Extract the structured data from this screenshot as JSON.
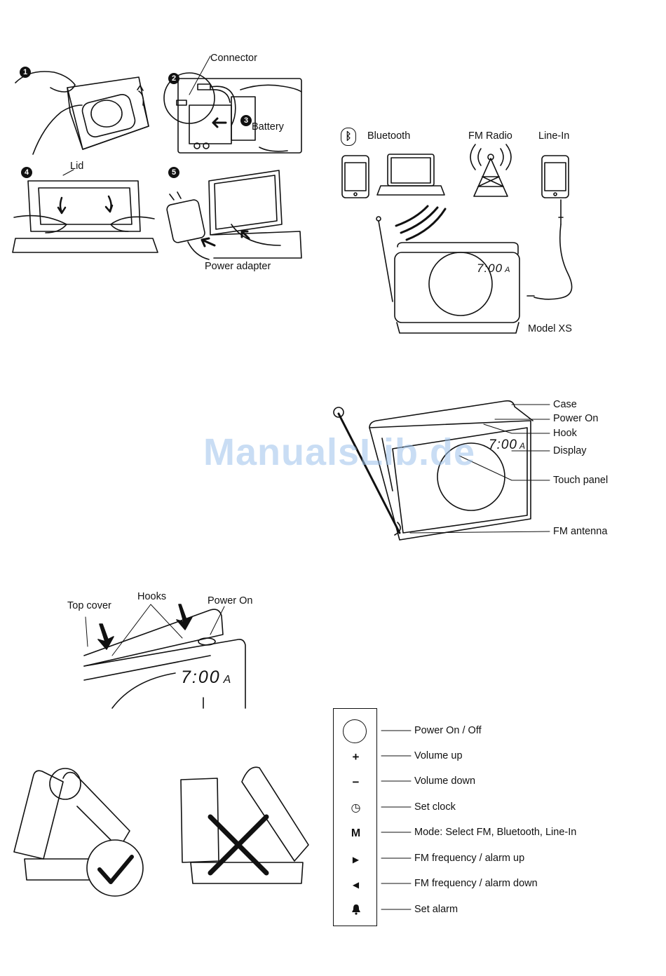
{
  "steps": {
    "s1": "1",
    "s2": "2",
    "s3": "3",
    "s4": "4",
    "s5": "5"
  },
  "install_labels": {
    "connector": "Connector",
    "battery": "Battery",
    "lid": "Lid",
    "power_adapter": "Power adapter"
  },
  "sources": {
    "bluetooth": "Bluetooth",
    "fm_radio": "FM Radio",
    "line_in": "Line-In",
    "model": "Model XS"
  },
  "device_labels": {
    "case": "Case",
    "power_on": "Power On",
    "hook": "Hook",
    "display": "Display",
    "touch_panel": "Touch panel",
    "fm_antenna": "FM antenna"
  },
  "cover_labels": {
    "top_cover": "Top cover",
    "hooks": "Hooks",
    "power_on": "Power On"
  },
  "display_time": "7:00",
  "display_suffix": "A",
  "watermark": "ManualsLib.de",
  "controls": [
    {
      "icon": "power-circle-icon",
      "glyph": "",
      "label": "Power On / Off"
    },
    {
      "icon": "plus-icon",
      "glyph": "+",
      "label": "Volume up"
    },
    {
      "icon": "minus-icon",
      "glyph": "−",
      "label": "Volume down"
    },
    {
      "icon": "clock-icon",
      "glyph": "◷",
      "label": "Set clock"
    },
    {
      "icon": "mode-m-icon",
      "glyph": "M",
      "label": "Mode: Select FM, Bluetooth, Line-In"
    },
    {
      "icon": "play-right-icon",
      "glyph": "▶",
      "label": "FM frequency / alarm up"
    },
    {
      "icon": "play-left-icon",
      "glyph": "◀",
      "label": "FM frequency / alarm down"
    },
    {
      "icon": "bell-icon",
      "glyph": "🔔",
      "label": "Set alarm"
    }
  ]
}
